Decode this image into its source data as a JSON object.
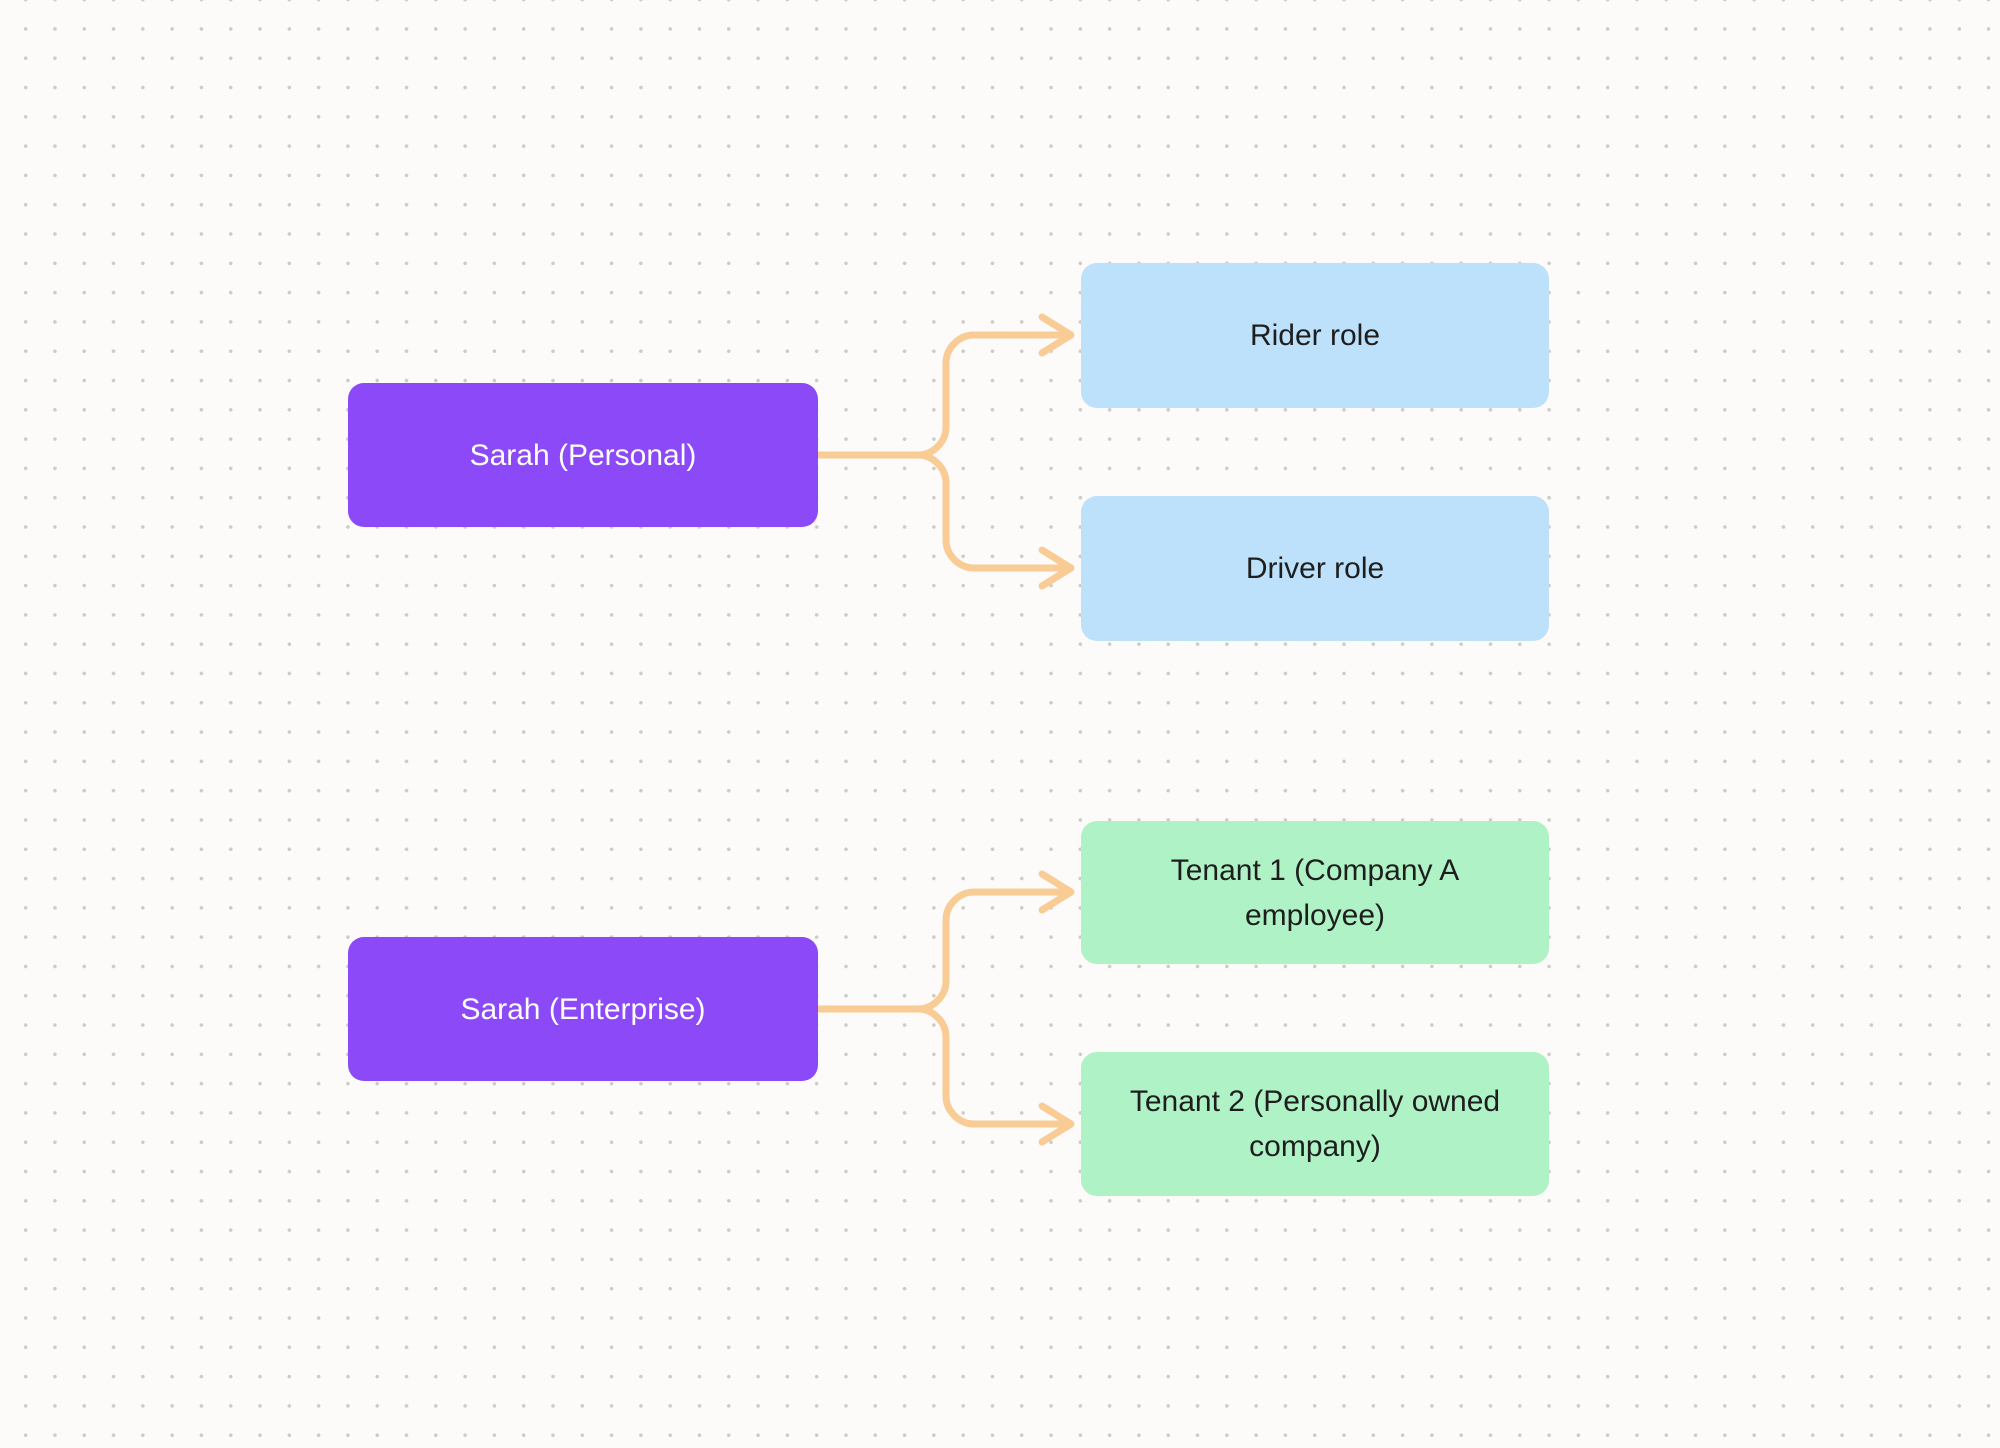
{
  "canvas": {
    "type": "whiteboard-dot-grid"
  },
  "colors": {
    "background": "#FCFBF9",
    "dot": "#CDCBC7",
    "actor_fill": "#8C49F7",
    "role_fill": "#BDE0FB",
    "tenant_fill": "#AFF2C5",
    "connector": "#F9CC96",
    "text_on_actor": "#FFFFFF",
    "text_on_shape": "#1E1E1E"
  },
  "nodes": [
    {
      "id": "sarah-personal",
      "label": "Sarah (Personal)",
      "kind": "actor"
    },
    {
      "id": "rider-role",
      "label": "Rider role",
      "kind": "role"
    },
    {
      "id": "driver-role",
      "label": "Driver role",
      "kind": "role"
    },
    {
      "id": "sarah-enterprise",
      "label": "Sarah (Enterprise)",
      "kind": "actor"
    },
    {
      "id": "tenant-1",
      "label": "Tenant 1 (Company A employee)",
      "kind": "tenant"
    },
    {
      "id": "tenant-2",
      "label": "Tenant 2 (Personally owned company)",
      "kind": "tenant"
    }
  ],
  "connectors": [
    {
      "from": "sarah-personal",
      "to": "rider-role"
    },
    {
      "from": "sarah-personal",
      "to": "driver-role"
    },
    {
      "from": "sarah-enterprise",
      "to": "tenant-1"
    },
    {
      "from": "sarah-enterprise",
      "to": "tenant-2"
    }
  ]
}
